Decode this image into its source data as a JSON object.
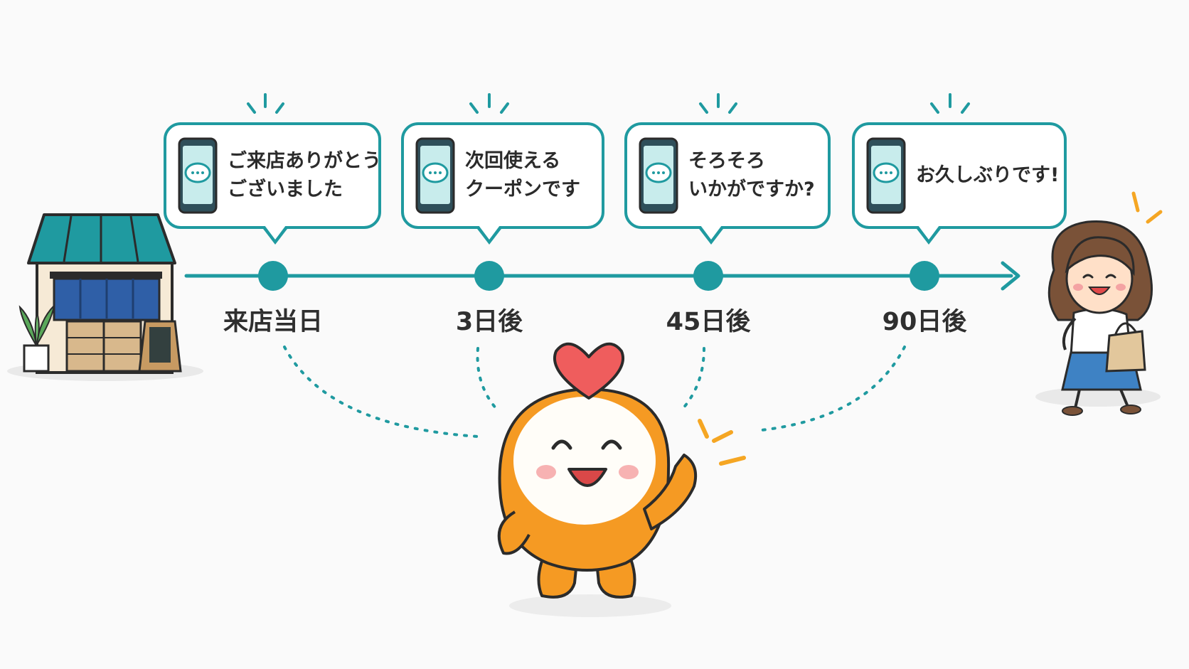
{
  "colors": {
    "teal": "#1f9aa0",
    "orange": "#f59a23",
    "heart": "#ef5d5d",
    "text": "#2f2f2f"
  },
  "timeline": {
    "steps": [
      {
        "label": "来店当日",
        "message_lines": [
          "ご来店ありがとう",
          "ございました"
        ],
        "icon": "smartphone-chat-icon"
      },
      {
        "label": "3日後",
        "message_lines": [
          "次回使える",
          "クーポンです"
        ],
        "icon": "smartphone-chat-icon"
      },
      {
        "label": "45日後",
        "message_lines": [
          "そろそろ",
          "いかがですか?"
        ],
        "icon": "smartphone-chat-icon"
      },
      {
        "label": "90日後",
        "message_lines": [
          "お久しぶりです!"
        ],
        "icon": "smartphone-chat-icon"
      }
    ]
  },
  "illustrations": {
    "start": "shop-icon",
    "end": "customer-woman-icon",
    "mascot": "orange-heart-mascot-icon"
  }
}
